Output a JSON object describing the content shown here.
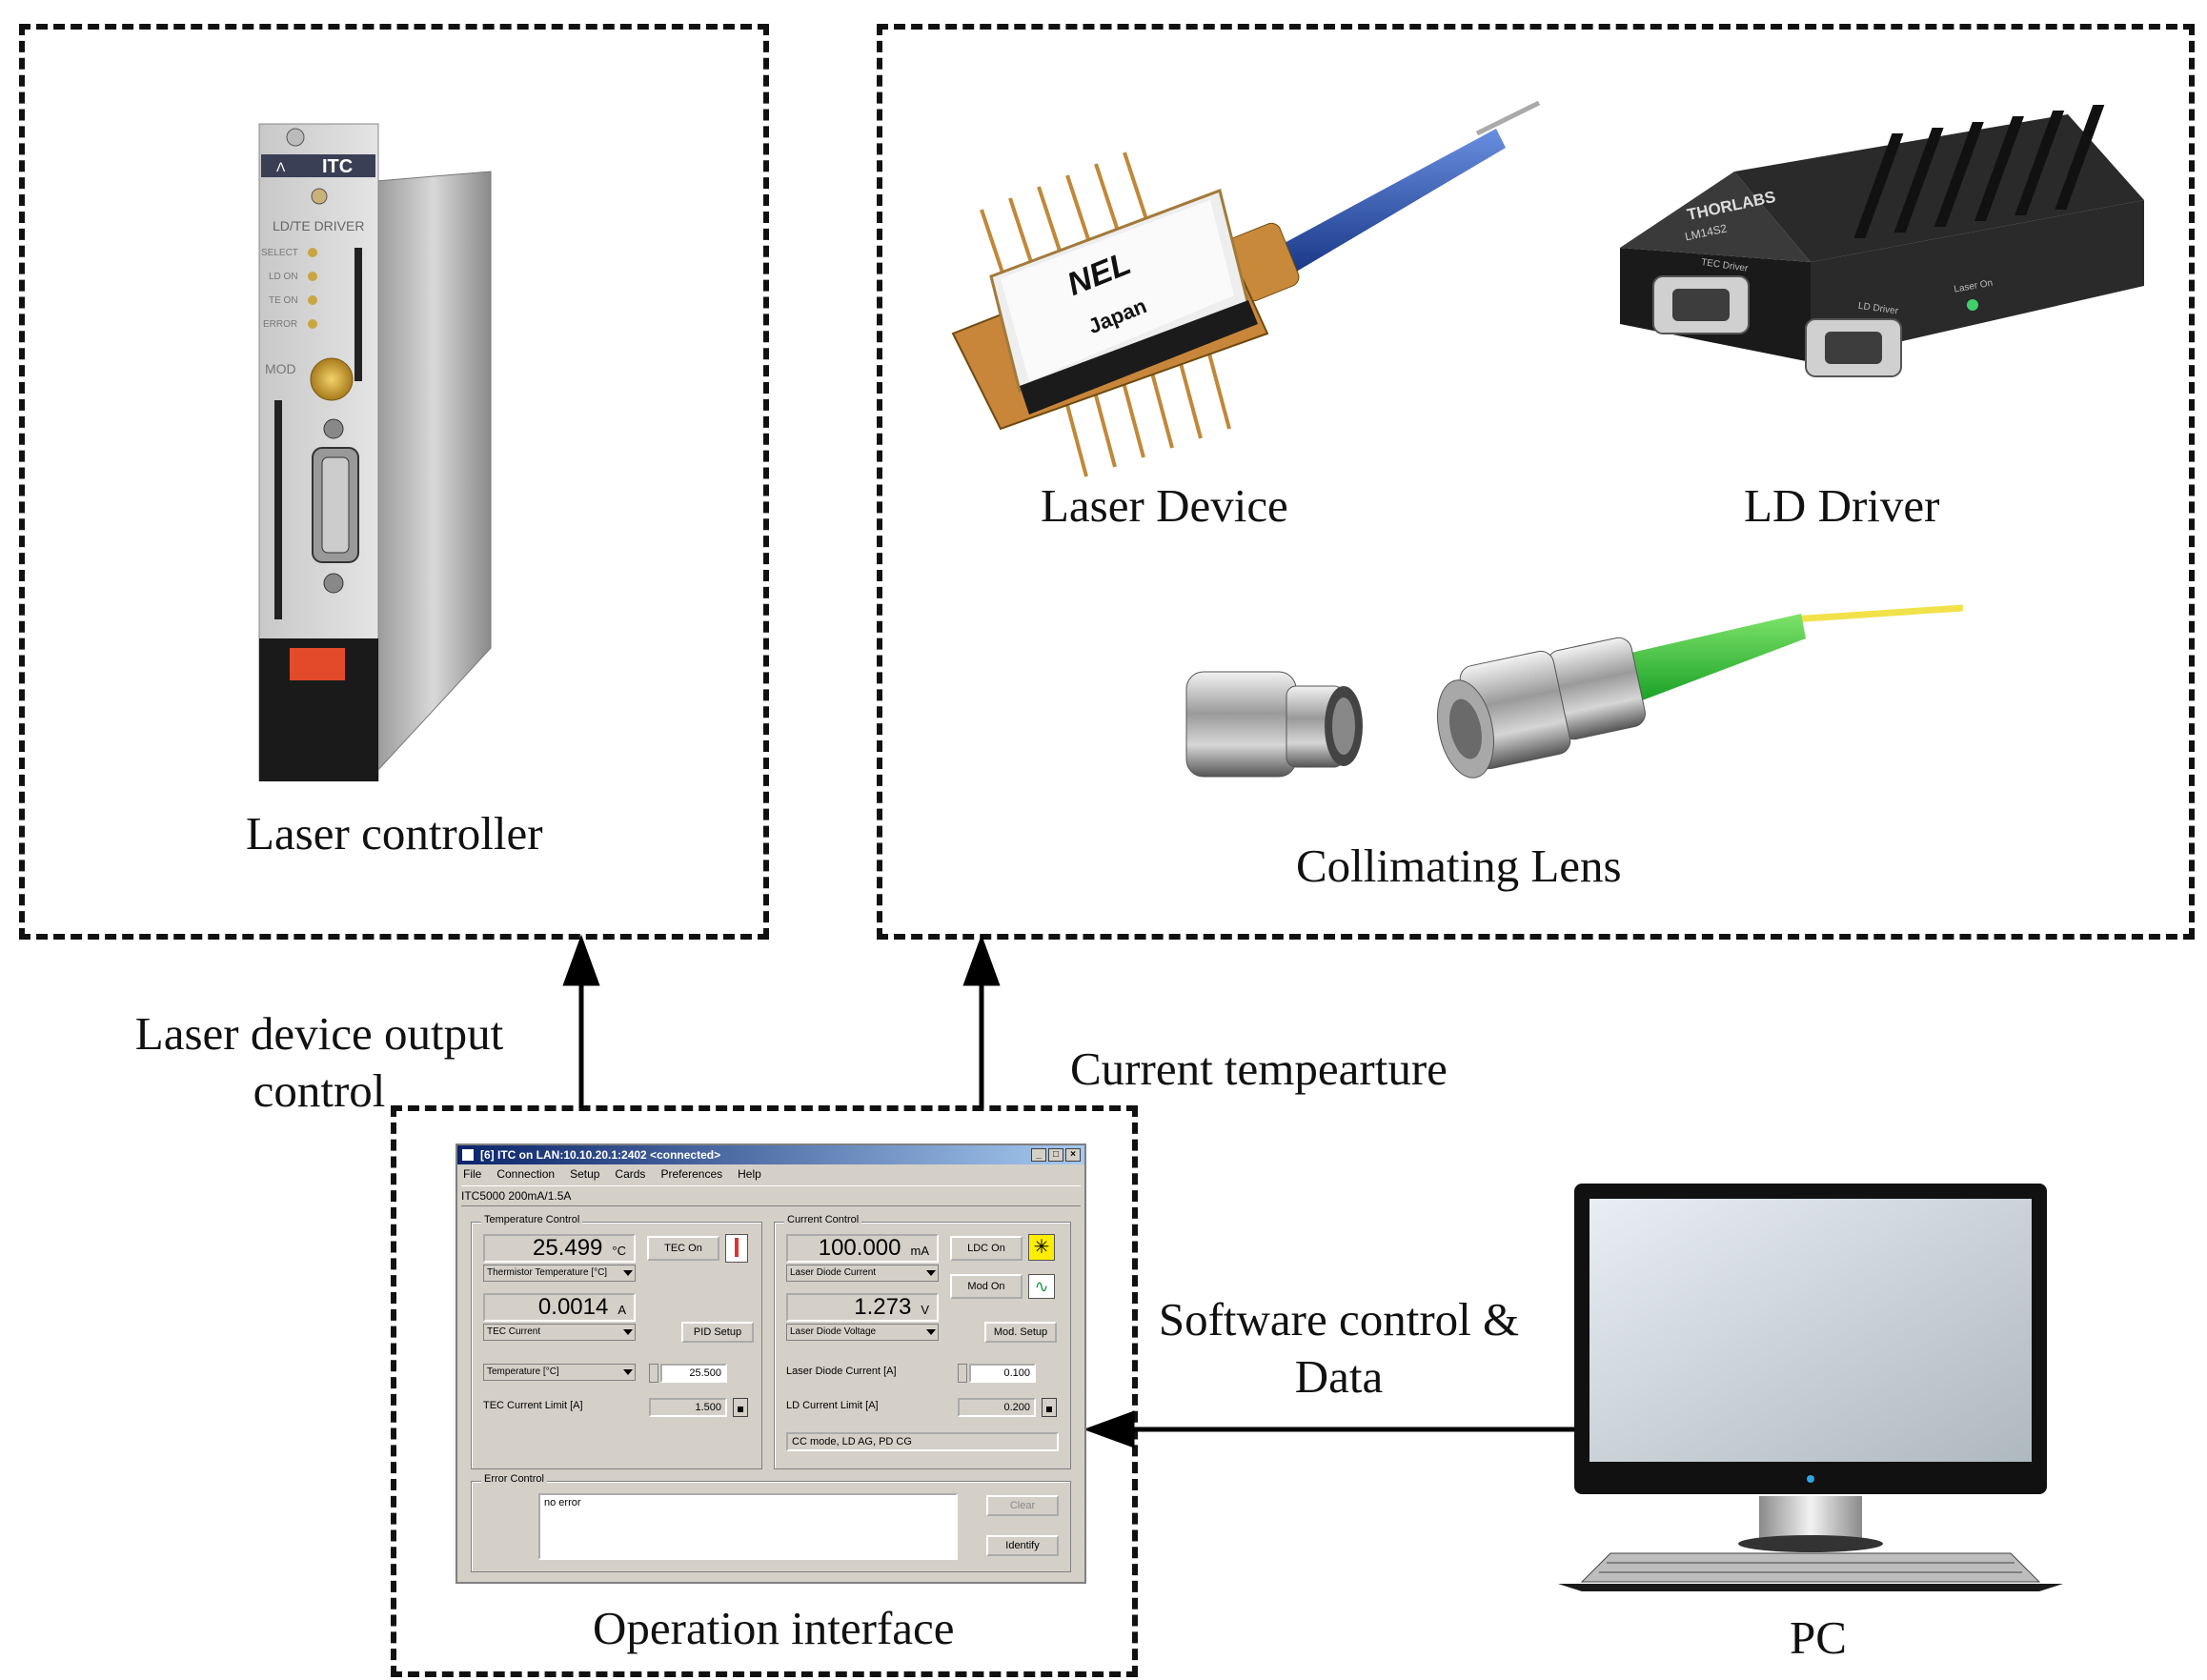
{
  "groups": {
    "laser_controller": "Laser controller",
    "laser_device": "Laser Device",
    "ld_driver": "LD Driver",
    "collimating_lens": "Collimating Lens",
    "operation_interface": "Operation interface",
    "pc": "PC"
  },
  "edges": {
    "output_control": "Laser device output control",
    "current_temperature": "Current tempearture",
    "software_control": "Software control & Data"
  },
  "device_labels": {
    "itc_logo": "ITC",
    "ld_te_driver": "LD/TE DRIVER",
    "select": "SELECT",
    "ld_on": "LD ON",
    "te_on": "TE ON",
    "error": "ERROR",
    "mod": "MOD",
    "nel": "NEL",
    "japan": "Japan",
    "thorlabs": "THORLABS",
    "lm_model": "LM14S2",
    "tec_driver": "TEC Driver",
    "ld_driver_port": "LD Driver",
    "laser_on": "Laser On"
  },
  "window": {
    "title": "[6] ITC on LAN:10.10.20.1:2402 <connected>",
    "menu": [
      "File",
      "Connection",
      "Setup",
      "Cards",
      "Preferences",
      "Help"
    ],
    "subtitle": "ITC5000 200mA/1.5A",
    "temp": {
      "group": "Temperature Control",
      "value": "25.499",
      "unit": "°C",
      "tec_on": "TEC On",
      "thermistor": "Thermistor Temperature [°C]",
      "current_value": "0.0014",
      "current_unit": "A",
      "tec_current": "TEC Current",
      "pid_setup": "PID Setup",
      "temperature": "Temperature [°C]",
      "set_temp": "25.500",
      "limit_label": "TEC Current Limit [A]",
      "limit_value": "1.500"
    },
    "current": {
      "group": "Current Control",
      "value": "100.000",
      "unit": "mA",
      "ldc_on": "LDC On",
      "ld_current": "Laser Diode Current",
      "mod_on": "Mod On",
      "voltage_value": "1.273",
      "voltage_unit": "V",
      "ld_voltage": "Laser Diode Voltage",
      "mod_setup": "Mod. Setup",
      "set_label": "Laser Diode Current [A]",
      "set_value": "0.100",
      "limit_label": "LD Current Limit [A]",
      "limit_value": "0.200",
      "mode": "CC mode, LD AG, PD CG"
    },
    "error": {
      "group": "Error Control",
      "text": "no error",
      "clear": "Clear",
      "identify": "Identify"
    }
  }
}
